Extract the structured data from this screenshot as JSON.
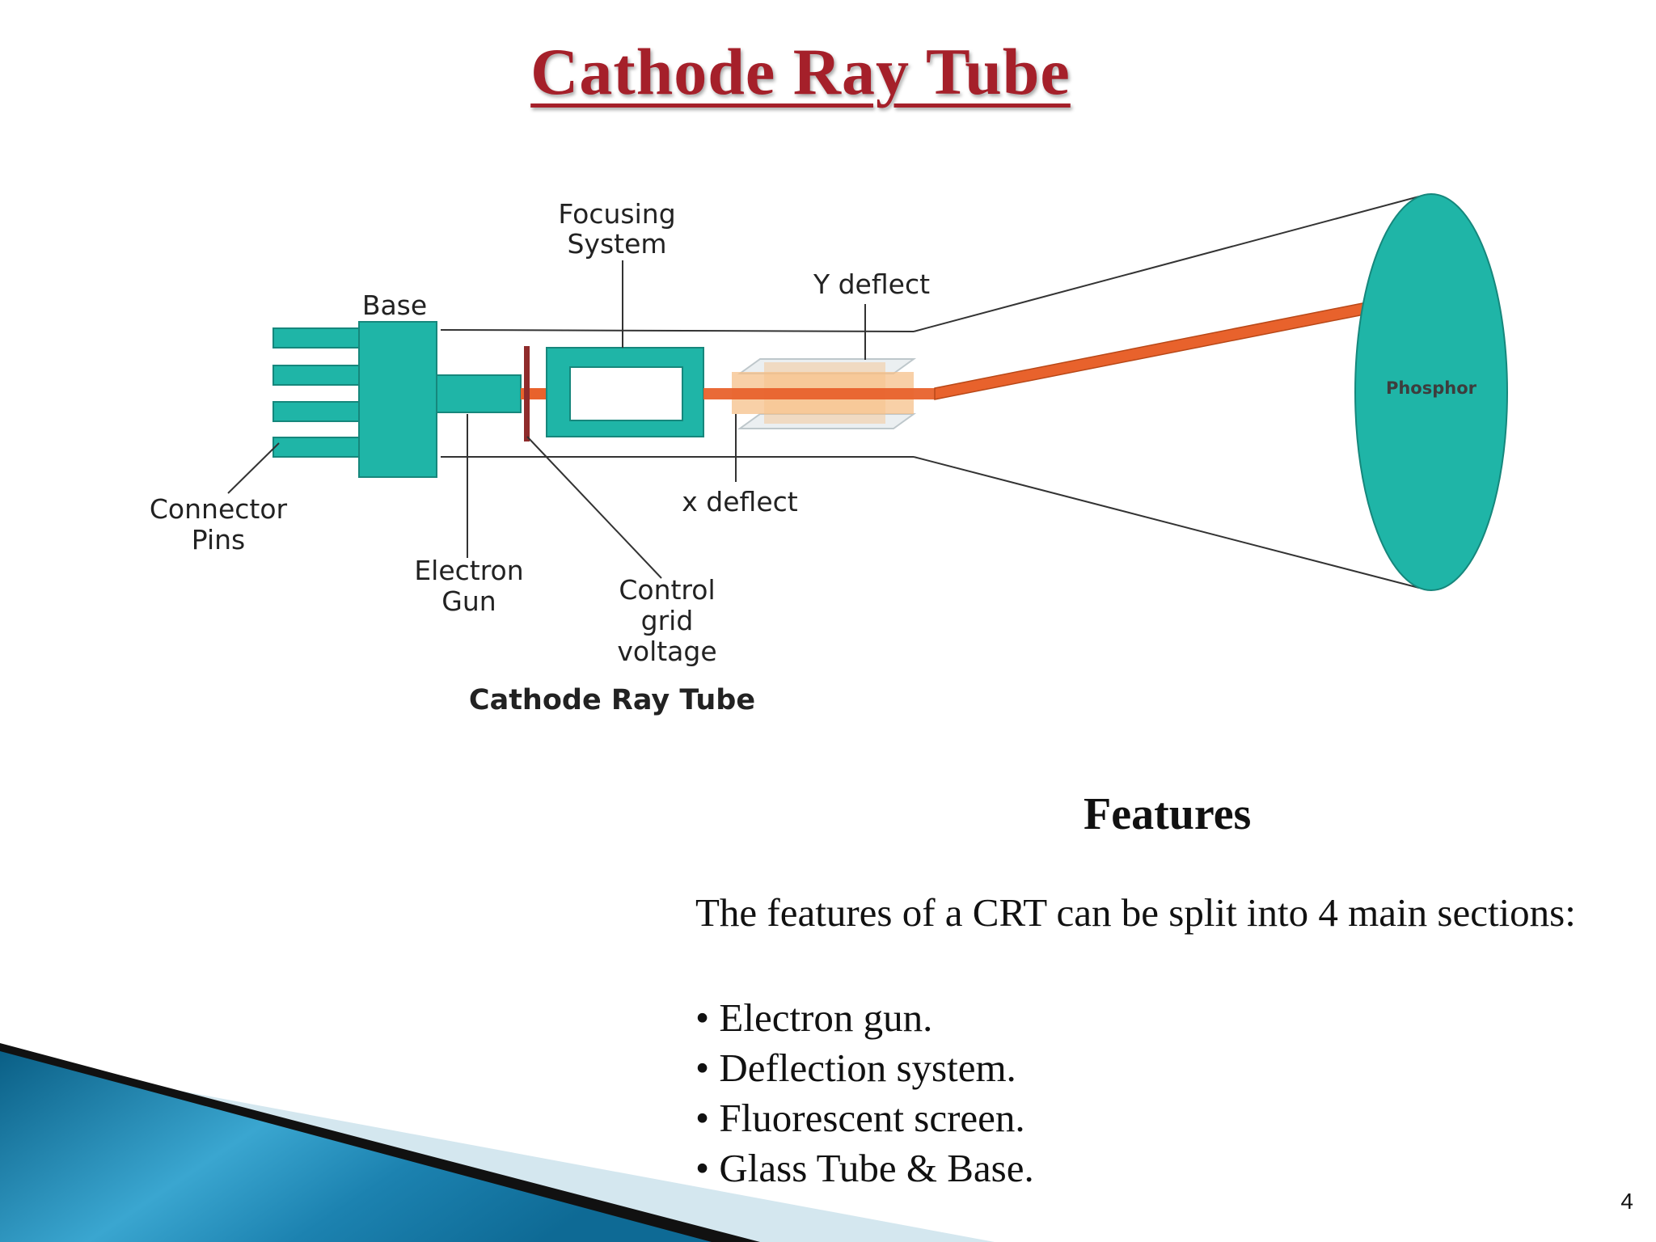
{
  "slide": {
    "title": "Cathode Ray Tube",
    "page_number": "4"
  },
  "diagram": {
    "labels": {
      "focusing_line1": "Focusing",
      "focusing_line2": "System",
      "y_deflect": "Y deflect",
      "base": "Base",
      "phosphor": "Phosphor",
      "connector_line1": "Connector",
      "connector_line2": "Pins",
      "x_deflect": "x deflect",
      "electron_line1": "Electron",
      "electron_line2": "Gun",
      "control_line1": "Control",
      "control_line2": "grid",
      "control_line3": "voltage"
    },
    "caption": "Cathode Ray Tube",
    "colors": {
      "component": "#1fb5a7",
      "beam": "#e8622c",
      "deflect_plate": "#f6c08a",
      "grid": "#8f2b2b"
    }
  },
  "features": {
    "heading": "Features",
    "intro": "The features of a CRT can be split into 4 main sections:",
    "items": [
      "Electron gun.",
      "Deflection system.",
      "Fluorescent screen.",
      "Glass Tube & Base."
    ]
  }
}
